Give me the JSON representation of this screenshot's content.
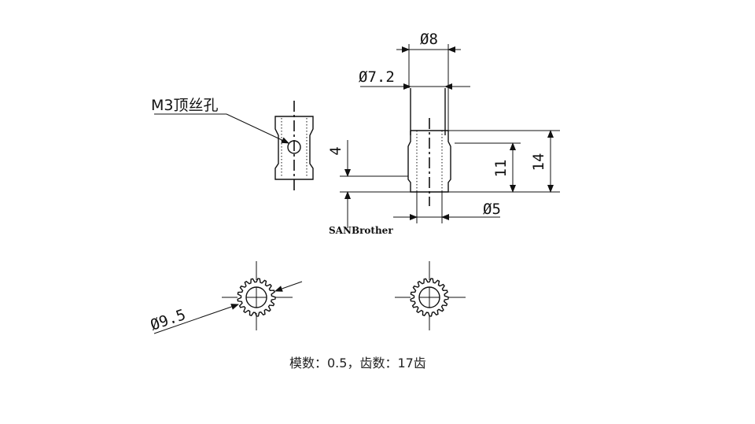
{
  "labels": {
    "set_screw": "M3顶丝孔",
    "outer_dia": "Ø8",
    "inner_dia": "Ø7.2",
    "bore_dia": "Ø5",
    "height_4": "4",
    "height_11": "11",
    "height_14": "14",
    "gear_dia": "Ø9.5"
  },
  "brand": "SANBrother",
  "caption": "模数：0.5，齿数：17齿",
  "gear": {
    "teeth": 17
  }
}
